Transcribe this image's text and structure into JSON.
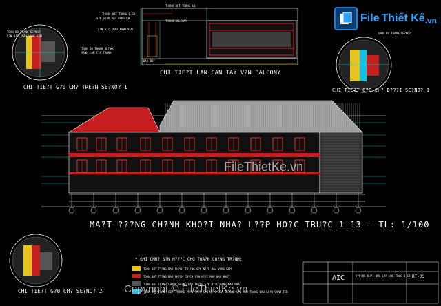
{
  "logo": {
    "text": "File",
    "text2": "Thiết Kế",
    "suffix": ".vn"
  },
  "watermark": {
    "copyright": "Copyright © FileThietKe.vn",
    "center": "FileThietKe.vn"
  },
  "titles": {
    "balcony": "CHI TIE?T LAN CAN TAY V?N BALCONY",
    "detail_1": "CHI TIE?T G?0 CH? TRE?N SE?NO? 1",
    "detail_d": "CHI TIE?T G?0 CH? D???I SE?NO? 1",
    "detail_2": "CHI TIE?T G?0 CH? SE?NO? 2",
    "main": "MA?T ???NG CH?NH KHO?I NHA? L??P HO?C TRU?C 1-13 – TL: 1/100",
    "legend": "* GHI CHU? S?N N???C CHO TOA?N CO?NG TR?NH:"
  },
  "notes": {
    "n1": "THANH BOT TRONG 0.30",
    "n2": "S?N GIAO DAU DANG KH",
    "n3": "S?N N??C MAU XANH KEM",
    "n4": "THANH BOT TRONG 60",
    "n5": "TOAN BO TRANH SE?NO?",
    "n6": "S?N N??C MAU VANG KEM",
    "n7": "TOAN BO THANH SE?NO?",
    "n8": "XANH LAM C?A TRANH",
    "n9": "TOAN BO TRANH SE?NO?",
    "n10": "TRANH BALCONY",
    "n11": "DAY BOT"
  },
  "legend_rows": [
    "TOAN BOT TT?NG BAO PH?CH TR??NG S?N N??C MAU VANG KEM",
    "TOAN BOT TT?NG BAO PH?CH CH?CH S?N N??C MAU NAU NHAT",
    "TOAN BOT TRANH CH?NH SO?NG BAO PH?CH S?N N??C XANH MAU NHAT",
    "TOAN BOT THANH CO?T TRONG PH?N TR?N S?N N??C GIA BETONG S?N MAU TRANG NAU LA?N CHAM TEN"
  ],
  "titleblock": {
    "firm": "AIC",
    "project": "V?P?NG KH?I NHA L?P HOC TRUC 1-13",
    "code": "KT-03"
  }
}
